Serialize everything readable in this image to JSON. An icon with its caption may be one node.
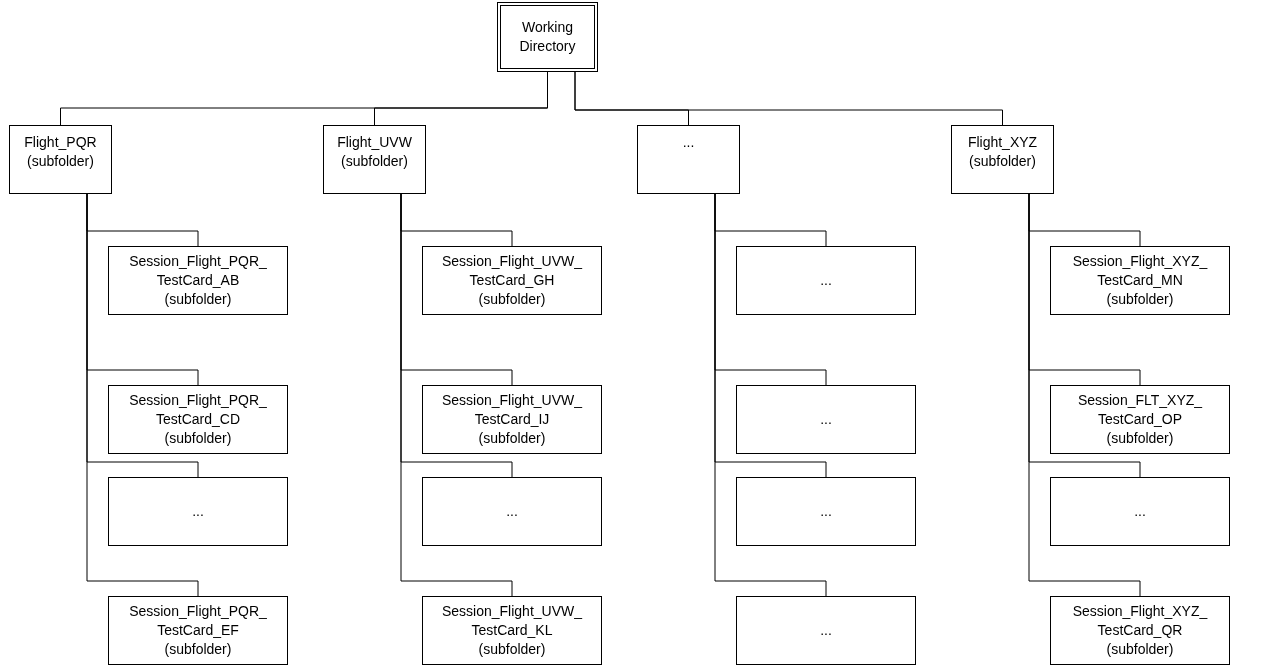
{
  "diagram": {
    "nodes": [
      {
        "text": [
          "Working Directory"
        ]
      },
      {
        "text": [
          "Flight_PQR",
          "(subfolder)"
        ]
      },
      {
        "text": [
          "Session_Flight_PQR_ TestCard_AB",
          "(subfolder)"
        ]
      },
      {
        "text": [
          "Session_Flight_PQR_ TestCard_CD",
          "(subfolder)"
        ]
      },
      {
        "text": [
          "..."
        ]
      },
      {
        "text": [
          "Session_Flight_PQR_ TestCard_EF",
          "(subfolder)"
        ]
      },
      {
        "text": [
          "Flight_UVW",
          "(subfolder)"
        ]
      },
      {
        "text": [
          "Session_Flight_UVW_ TestCard_GH",
          "(subfolder)"
        ]
      },
      {
        "text": [
          "Session_Flight_UVW_ TestCard_IJ",
          "(subfolder)"
        ]
      },
      {
        "text": [
          "..."
        ]
      },
      {
        "text": [
          "Session_Flight_UVW_ TestCard_KL",
          "(subfolder)"
        ]
      },
      {
        "text": [
          "..."
        ]
      },
      {
        "text": [
          "..."
        ]
      },
      {
        "text": [
          "..."
        ]
      },
      {
        "text": [
          "..."
        ]
      },
      {
        "text": [
          "..."
        ]
      },
      {
        "text": [
          "Flight_XYZ",
          "(subfolder)"
        ]
      },
      {
        "text": [
          "Session_Flight_XYZ_ TestCard_MN",
          "(subfolder)"
        ]
      },
      {
        "text": [
          "Session_FLT_XYZ_ TestCard_OP",
          "(subfolder)"
        ]
      },
      {
        "text": [
          "..."
        ]
      },
      {
        "text": [
          "Session_Flight_XYZ_ TestCard_QR",
          "(subfolder)"
        ]
      }
    ],
    "edges": [
      {
        "from": 0,
        "to": 1,
        "arrow": "none"
      },
      {
        "from": 0,
        "to": 6,
        "arrow": "none"
      },
      {
        "from": 0,
        "to": 11,
        "arrow": "none"
      },
      {
        "from": 0,
        "to": 16,
        "arrow": "none"
      },
      {
        "from": 1,
        "to": 2,
        "arrow": "none"
      },
      {
        "from": 1,
        "to": 3,
        "arrow": "none"
      },
      {
        "from": 1,
        "to": 4,
        "arrow": "none"
      },
      {
        "from": 1,
        "to": 5,
        "arrow": "none"
      },
      {
        "from": 6,
        "to": 7,
        "arrow": "none"
      },
      {
        "from": 6,
        "to": 8,
        "arrow": "none"
      },
      {
        "from": 6,
        "to": 9,
        "arrow": "none"
      },
      {
        "from": 6,
        "to": 10,
        "arrow": "none"
      },
      {
        "from": 11,
        "to": 12,
        "arrow": "none"
      },
      {
        "from": 11,
        "to": 13,
        "arrow": "none"
      },
      {
        "from": 11,
        "to": 14,
        "arrow": "none"
      },
      {
        "from": 11,
        "to": 15,
        "arrow": "none"
      },
      {
        "from": 16,
        "to": 17,
        "arrow": "none"
      },
      {
        "from": 16,
        "to": 18,
        "arrow": "none"
      },
      {
        "from": 16,
        "to": 19,
        "arrow": "none"
      },
      {
        "from": 16,
        "to": 20,
        "arrow": "none"
      }
    ]
  }
}
